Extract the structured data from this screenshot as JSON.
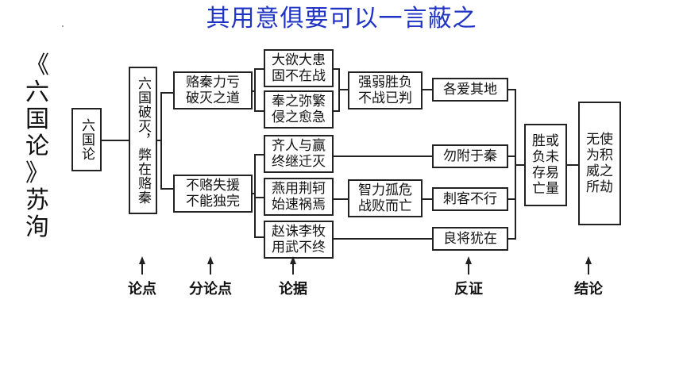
{
  "title": "其用意俱要可以一言蔽之",
  "side_title": [
    "《",
    "六",
    "国",
    "论",
    "》",
    "苏",
    "洵"
  ],
  "boxes": {
    "liuguo": "六国论",
    "thesis": "六国破灭，弊在赂秦",
    "sub1": "赂秦力亏破灭之道",
    "sub2": "不赂失援不能独完",
    "ev1a": "大欲大患固不在战",
    "ev1b": "奉之弥繁侵之愈急",
    "ev2a": "齐人与赢终继迁灭",
    "ev2b": "燕用荆轲始速祸焉",
    "ev2c": "赵诛李牧用武不终",
    "mid1": "强弱胜负不战已判",
    "mid2": "智力孤危战败而亡",
    "r1": "各爱其地",
    "r2": "勿附于秦",
    "r3": "刺客不行",
    "r4": "良将犹在",
    "result": "胜或负未存易亡量",
    "conclusion": "无使为积威之所劫"
  },
  "bottom_labels": {
    "l1": "论点",
    "l2": "分论点",
    "l3": "论据",
    "l4": "反证",
    "l5": "结论"
  }
}
